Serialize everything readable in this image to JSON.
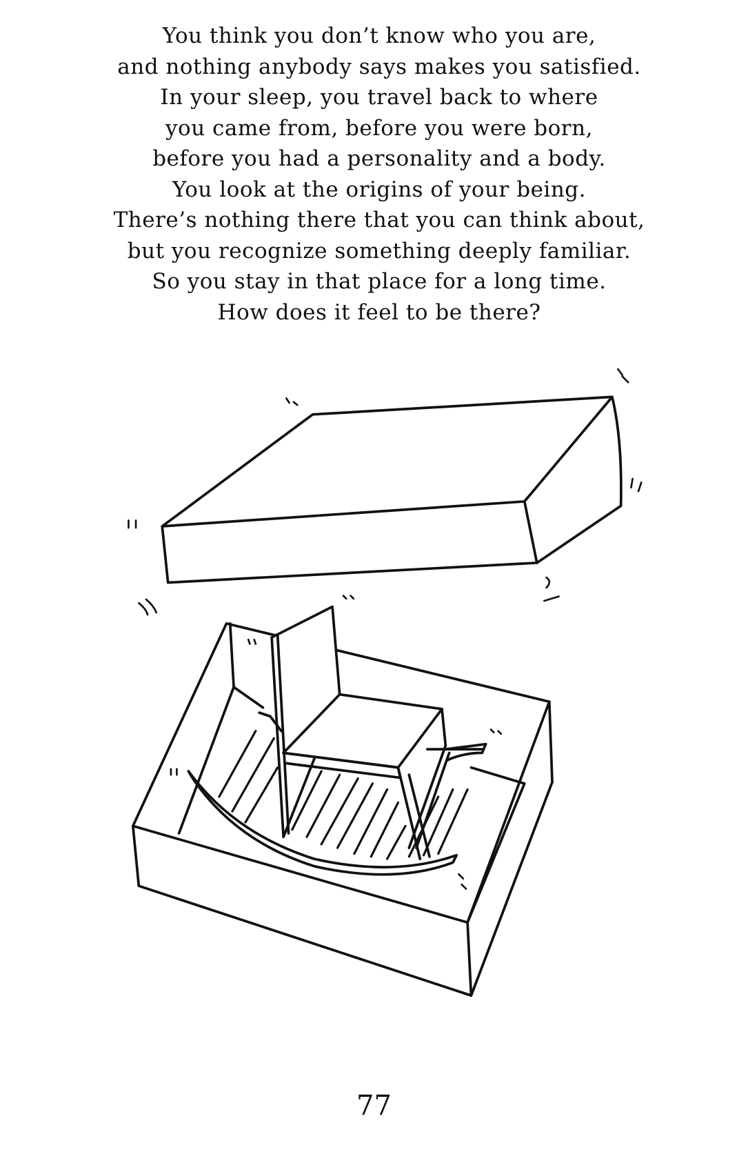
{
  "poem": {
    "lines": [
      "You think you don’t know who you are,",
      "and nothing anybody says makes you satisfied.",
      "In your sleep, you travel back to where",
      "you came from, before you were born,",
      "before you had a personality and a body.",
      "You look at the origins of your being.",
      "There’s nothing there that you can think about,",
      "but you recognize something deeply familiar.",
      "So you stay in that place for a long time.",
      "How does it feel to be there?"
    ]
  },
  "illustration": {
    "icon": "box-with-rocking-chair-illustration"
  },
  "page_number": "77"
}
